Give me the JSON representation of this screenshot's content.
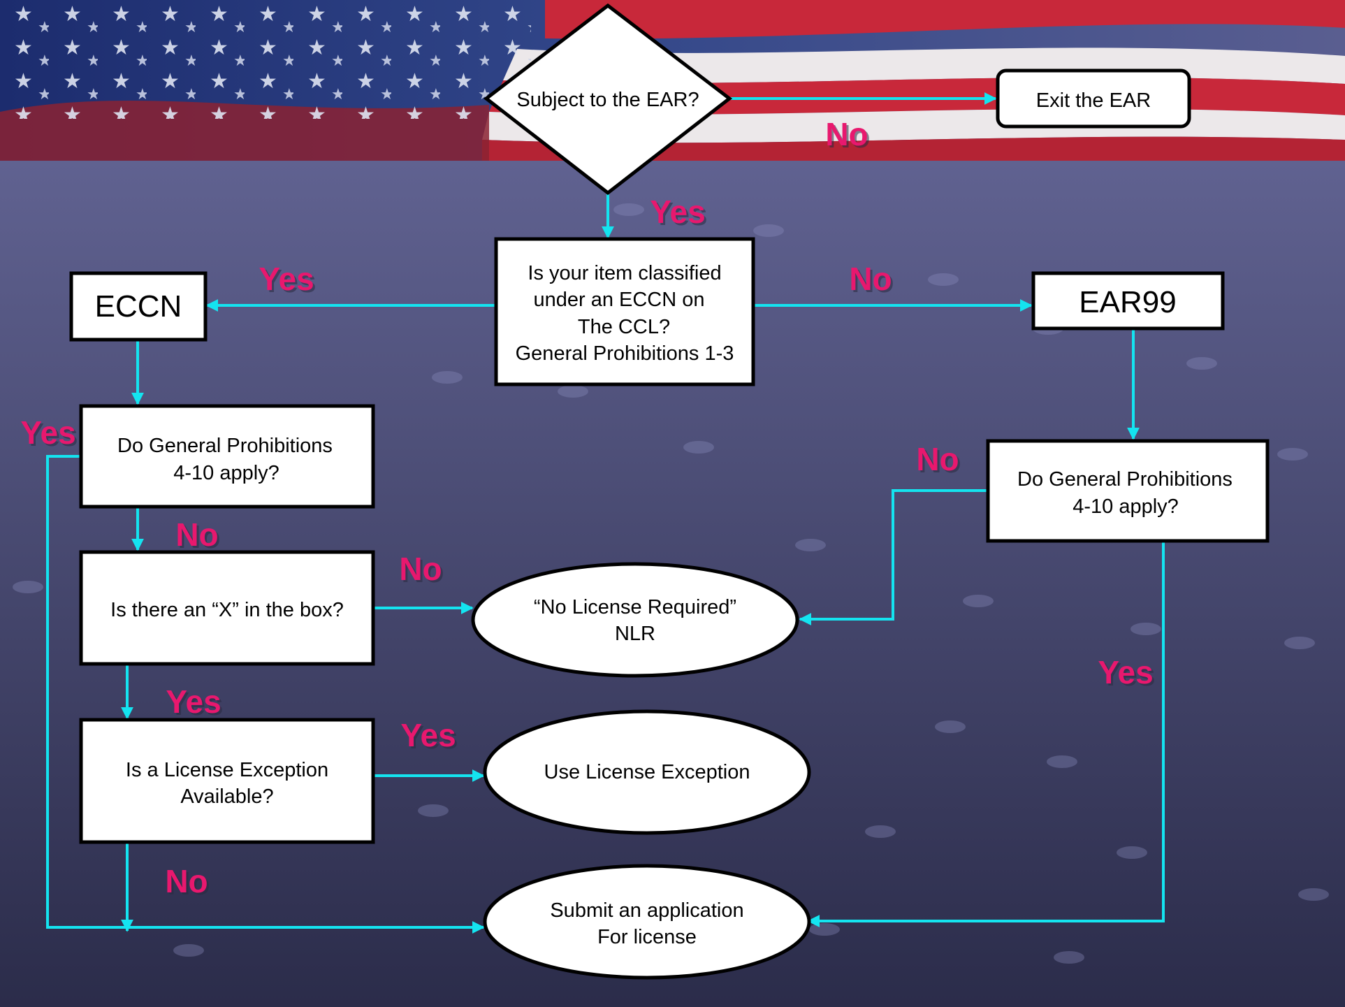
{
  "colors": {
    "background_top": "#6a6c9e",
    "background_bottom": "#2b2c4a",
    "connector": "#14e4f0",
    "edge_label": "#e8186e",
    "node_fill": "#ffffff",
    "node_border": "#000000"
  },
  "nodes": {
    "subject": {
      "text": "Subject to the EAR?"
    },
    "exit": {
      "text": "Exit the EAR"
    },
    "classified": {
      "lines": [
        "Is your item classified",
        "under an ECCN on",
        "The CCL?",
        "General Prohibitions 1-3"
      ]
    },
    "eccn": {
      "text": "ECCN"
    },
    "ear99": {
      "text": "EAR99"
    },
    "gp_left": {
      "lines": [
        "Do General Prohibitions",
        "4-10 apply?"
      ]
    },
    "gp_right": {
      "lines": [
        "Do General Prohibitions",
        "4-10 apply?"
      ]
    },
    "xbox": {
      "text": "Is there an “X” in the box?"
    },
    "exception": {
      "lines": [
        "Is a License Exception",
        "Available?"
      ]
    },
    "nlr": {
      "lines": [
        "“No License Required”",
        "NLR"
      ]
    },
    "use_exception": {
      "text": "Use License Exception"
    },
    "submit": {
      "lines": [
        "Submit an application",
        "For license"
      ]
    }
  },
  "edge_labels": {
    "subject_no": "No",
    "subject_yes": "Yes",
    "classified_yes": "Yes",
    "classified_no": "No",
    "gp_left_yes": "Yes",
    "gp_left_no": "No",
    "xbox_no": "No",
    "xbox_yes": "Yes",
    "exception_yes": "Yes",
    "exception_no": "No",
    "gp_right_no": "No",
    "gp_right_yes": "Yes"
  }
}
